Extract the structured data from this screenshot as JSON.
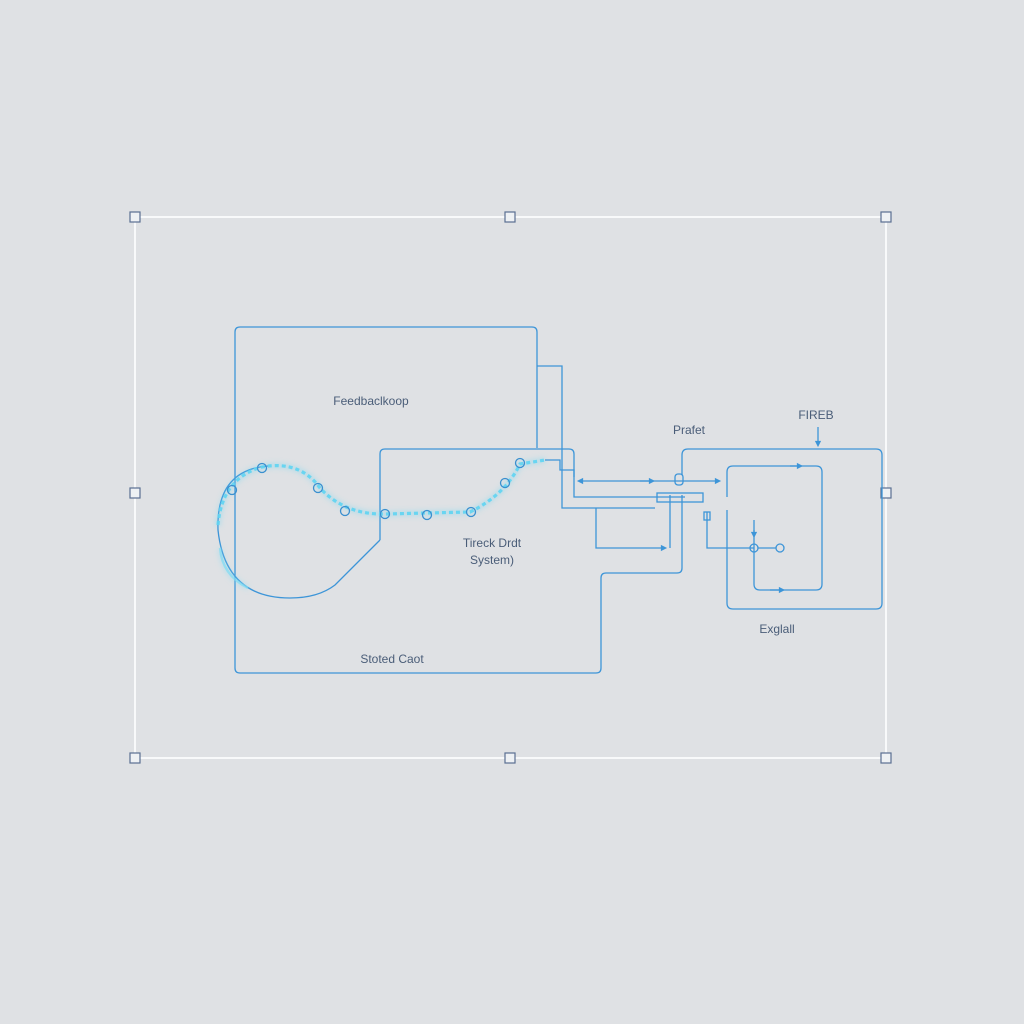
{
  "diagram": {
    "labels": {
      "feedback_loop": "Feedbaclkoop",
      "track_system_line1": "Tireck Drdt",
      "track_system_line2": "System)",
      "stored_cart": "Stoted Caot",
      "probe": "Prafet",
      "fireb": "FIREB",
      "exhaust": "Exglall"
    },
    "colors": {
      "background": "#dfe1e4",
      "wire": "#3d95d8",
      "glow": "#5fd4f2",
      "selection": "#ffffff",
      "handle_border": "#5a6f92"
    }
  }
}
